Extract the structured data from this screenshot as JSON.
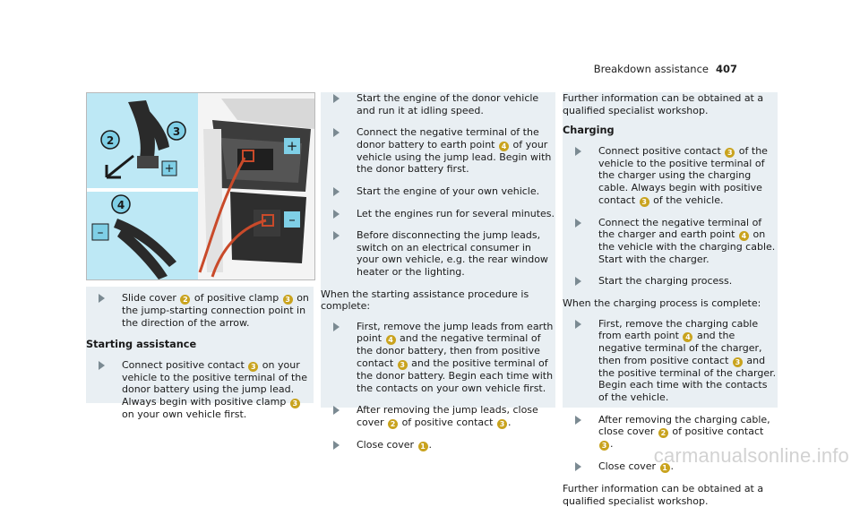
{
  "header": {
    "section": "Breakdown assistance",
    "page_number": "407"
  },
  "figure": {
    "callouts": [
      "2",
      "3",
      "4"
    ],
    "plus_symbol": "+",
    "minus_symbol": "–"
  },
  "col1": {
    "step1": [
      "Slide cover ",
      "2",
      " of positive clamp ",
      "3",
      " on the jump-starting connection point in the direction of the arrow."
    ],
    "heading": "Starting assistance",
    "step2": [
      "Connect positive contact ",
      "3",
      " on your vehicle to the positive terminal of the donor battery using the jump lead. Always begin with positive clamp ",
      "3",
      " on your own vehicle first."
    ]
  },
  "col2": {
    "step1": "Start the engine of the donor vehicle and run it at idling speed.",
    "step2": [
      "Connect the negative terminal of the donor battery to earth point ",
      "4",
      " of your vehicle using the jump lead. Begin with the donor battery first."
    ],
    "step3": "Start the engine of your own vehicle.",
    "step4": "Let the engines run for several minutes.",
    "step5": "Before disconnecting the jump leads, switch on an electrical consumer in your own vehicle, e.g. the rear window heater or the lighting.",
    "para": "When the starting assistance procedure is complete:",
    "step6": [
      "First, remove the jump leads from earth point ",
      "4",
      " and the negative terminal of the donor battery, then from positive contact ",
      "3",
      " and the positive terminal of the donor battery. Begin each time with the contacts on your own vehicle first."
    ],
    "step7": [
      "After removing the jump leads, close cover ",
      "2",
      " of positive contact ",
      "3",
      "."
    ],
    "step8": [
      "Close cover ",
      "1",
      "."
    ]
  },
  "col3": {
    "para1": "Further information can be obtained at a qualified specialist workshop.",
    "heading": "Charging",
    "step1": [
      "Connect positive contact ",
      "3",
      " of the vehicle to the positive terminal of the charger using the charging cable. Always begin with positive contact ",
      "3",
      " of the vehicle."
    ],
    "step2": [
      "Connect the negative terminal of the charger and earth point ",
      "4",
      " on the vehicle with the charging cable. Start with the charger."
    ],
    "step3": "Start the charging process.",
    "para2": "When the charging process is complete:",
    "step4": [
      "First, remove the charging cable from earth point ",
      "4",
      " and the negative terminal of the charger, then from positive contact ",
      "3",
      " and the positive terminal of the charger. Begin each time with the contacts of the vehicle."
    ],
    "step5": [
      "After removing the charging cable, close cover ",
      "2",
      " of positive contact ",
      "3",
      "."
    ],
    "step6": [
      "Close cover ",
      "1",
      "."
    ],
    "para3": "Further information can be obtained at a qualified specialist workshop."
  },
  "watermark": "carmanualsonline.info",
  "colors": {
    "panel": "#e9eff3",
    "badge": "#c9a31e",
    "arrow": "#7b8a92",
    "inset": "#bde8f5",
    "callout": "#7fcfe6"
  }
}
